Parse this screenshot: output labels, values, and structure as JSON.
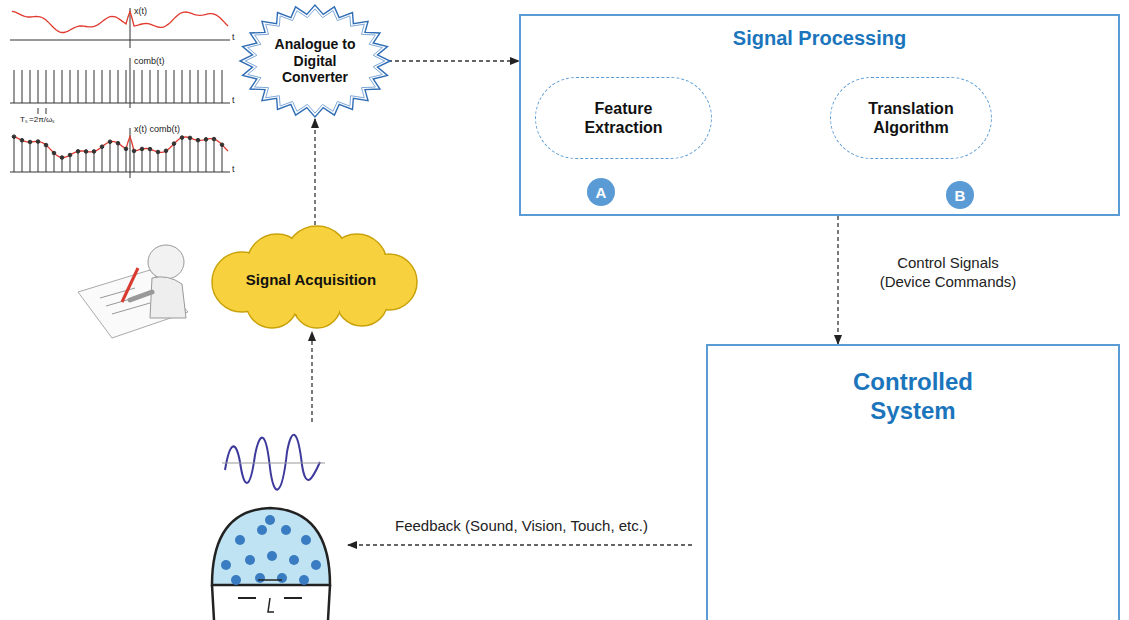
{
  "diagram": {
    "nodes": [
      {
        "text": [
          "Analogue to Digital Converter"
        ]
      },
      {
        "text": [
          "Signal Processing"
        ]
      },
      {
        "text": [
          "Feature Extraction"
        ],
        "in": 1
      },
      {
        "text": [
          "Translation Algorithm"
        ],
        "in": 1
      },
      {
        "text": [
          "Signal Acquisition"
        ]
      },
      {
        "text": [
          "Controlled System"
        ]
      }
    ],
    "edges": [
      {
        "from": 4,
        "to": 0,
        "arrow": "to"
      },
      {
        "from": 0,
        "to": 1,
        "arrow": "to"
      },
      {
        "from": 1,
        "to": 5,
        "label": "Control Signals (Device Commands)",
        "arrow": "to"
      }
    ],
    "labels": [
      "A",
      "B",
      "x(t)",
      "t",
      "comb(t)",
      "t",
      "x(t) comb(t)",
      "t",
      "Tₛ =2π/ωₛ",
      "Feedback (Sound, Vision, Touch, etc.)"
    ]
  }
}
